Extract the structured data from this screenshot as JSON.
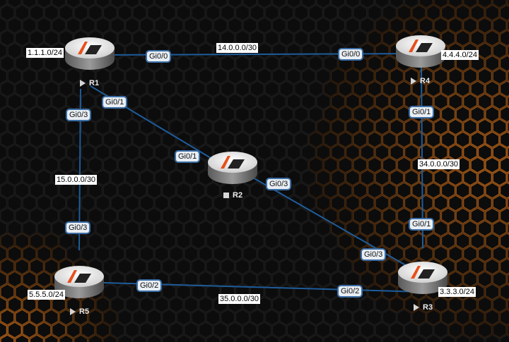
{
  "colors": {
    "background": "#080808",
    "hex_grid": "#1b1b1b",
    "hex_glow": "#c46a1a",
    "link": "#1e5c9a",
    "iface_border": "#3a6da5",
    "router_accent": "#e8501c"
  },
  "routers": {
    "r1": {
      "name": "R1",
      "status": "running",
      "status_icon": "play-icon",
      "network": "1.1.1.0/24"
    },
    "r2": {
      "name": "R2",
      "status": "stopped",
      "status_icon": "stop-icon"
    },
    "r3": {
      "name": "R3",
      "status": "running",
      "status_icon": "play-icon",
      "network": "3.3.3.0/24"
    },
    "r4": {
      "name": "R4",
      "status": "running",
      "status_icon": "play-icon",
      "network": "4.4.4.0/24"
    },
    "r5": {
      "name": "R5",
      "status": "running",
      "status_icon": "play-icon",
      "network": "5.5.5.0/24"
    }
  },
  "links": {
    "r1_r4": {
      "subnet": "14.0.0.0/30",
      "a_if": "Gi0/0",
      "b_if": "Gi0/0"
    },
    "r1_r2": {
      "a_if": "Gi0/1",
      "b_if": "Gi0/1"
    },
    "r1_r5": {
      "subnet": "15.0.0.0/30",
      "a_if": "Gi0/3",
      "b_if": "Gi0/3"
    },
    "r2_r3": {
      "a_if": "Gi0/3",
      "b_if": "Gi0/3"
    },
    "r4_r3": {
      "subnet": "34.0.0.0/30",
      "a_if": "Gi0/1",
      "b_if": "Gi0/1"
    },
    "r5_r3": {
      "subnet": "35.0.0.0/30",
      "a_if": "Gi0/2",
      "b_if": "Gi0/2"
    }
  }
}
